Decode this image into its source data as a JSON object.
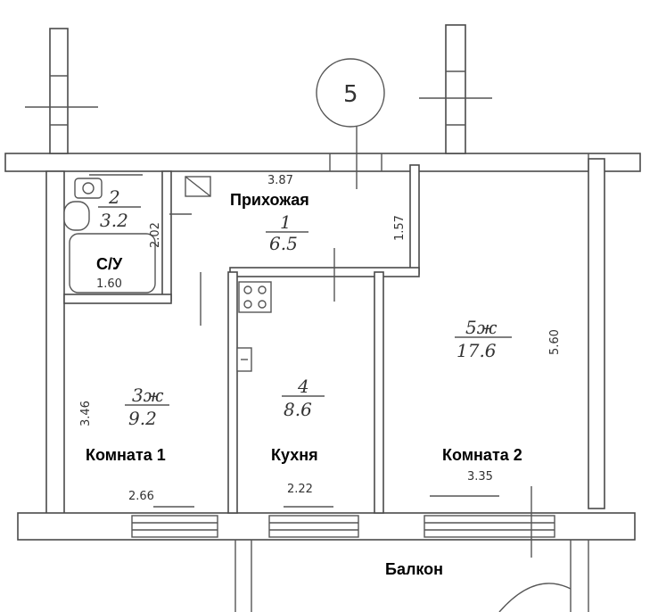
{
  "plan": {
    "section_number": "5",
    "rooms": [
      {
        "id": "bathroom",
        "number": "2",
        "area": "3.2",
        "name": "С/У",
        "dim_w": "1.60",
        "dim_h": "2.02"
      },
      {
        "id": "hall",
        "number": "1",
        "area": "6.5",
        "name": "Прихожая",
        "dim_w": "3.87",
        "dim_h": "1.57"
      },
      {
        "id": "room1",
        "number": "3ж",
        "area": "9.2",
        "name": "Комната 1",
        "dim_w": "2.66",
        "dim_h": "3.46"
      },
      {
        "id": "kitchen",
        "number": "4",
        "area": "8.6",
        "name": "Кухня",
        "dim_w": "2.22"
      },
      {
        "id": "room2",
        "number": "5ж",
        "area": "17.6",
        "name": "Комната 2",
        "dim_w": "3.35",
        "dim_h": "5.60"
      }
    ],
    "balcony": {
      "name": "Балкон"
    }
  }
}
